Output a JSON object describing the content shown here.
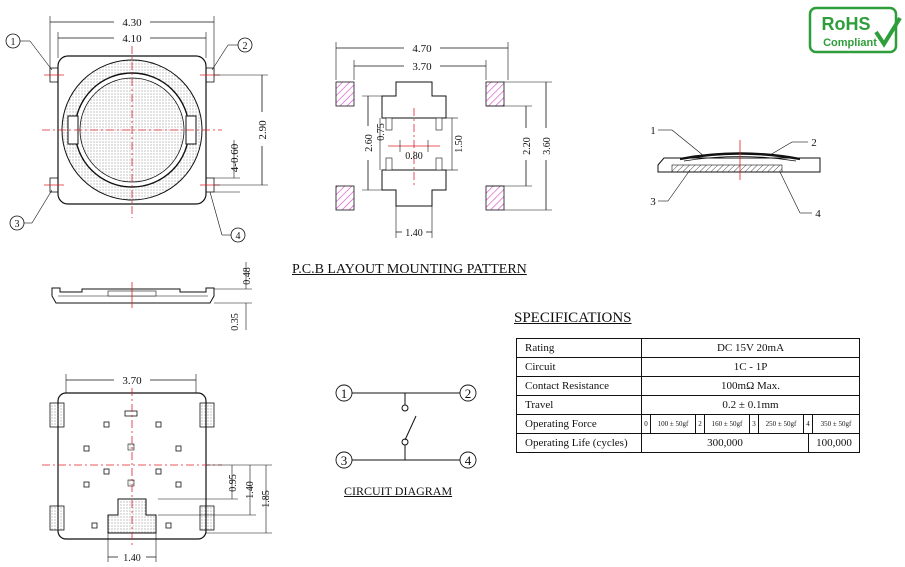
{
  "top_view": {
    "dim_overall": "4.30",
    "dim_body": "4.10",
    "dim_height": "2.90",
    "dim_terminal": "4-0.60",
    "callouts": [
      "1",
      "2",
      "3",
      "4"
    ]
  },
  "side_view": {
    "dim_total": "0.48",
    "dim_base": "0.35"
  },
  "bottom_view": {
    "dim_width": "3.70",
    "dim_a": "0.95",
    "dim_b": "1.40",
    "dim_c": "1.85",
    "dim_bottom": "1.40"
  },
  "pcb": {
    "title": "P.C.B LAYOUT MOUNTING PATTERN",
    "dim_outer": "4.70",
    "dim_inner": "3.70",
    "dim_2_60": "2.60",
    "dim_0_75": "0.75",
    "dim_0_80": "0.80",
    "dim_1_50": "1.50",
    "dim_2_20": "2.20",
    "dim_3_60": "3.60",
    "dim_1_40": "1.40"
  },
  "cross_section": {
    "callouts": [
      "1",
      "2",
      "3",
      "4"
    ]
  },
  "rohs": {
    "line1": "RoHS",
    "line2": "Compliant",
    "color": "#2e9e3a"
  },
  "specifications": {
    "title": "SPECIFICATIONS",
    "rows": [
      {
        "label": "Rating",
        "value": "DC 15V 20mA"
      },
      {
        "label": "Circuit",
        "value": "1C - 1P"
      },
      {
        "label": "Contact Resistance",
        "value": "100mΩ Max."
      },
      {
        "label": "Travel",
        "value": "0.2 ± 0.1mm"
      }
    ],
    "force_label": "Operating Force",
    "force_values": [
      "0",
      "100 ± 50gf",
      "2",
      "160 ± 50gf",
      "3",
      "250 ± 50gf",
      "4",
      "350 ± 50gf"
    ],
    "life_label": "Operating Life (cycles)",
    "life_values": [
      "300,000",
      "100,000"
    ]
  },
  "circuit": {
    "title": "CIRCUIT DIAGRAM",
    "terminals": [
      "1",
      "2",
      "3",
      "4"
    ]
  },
  "colors": {
    "centerline": "#e0202a",
    "hatch": "#d63cc8"
  }
}
